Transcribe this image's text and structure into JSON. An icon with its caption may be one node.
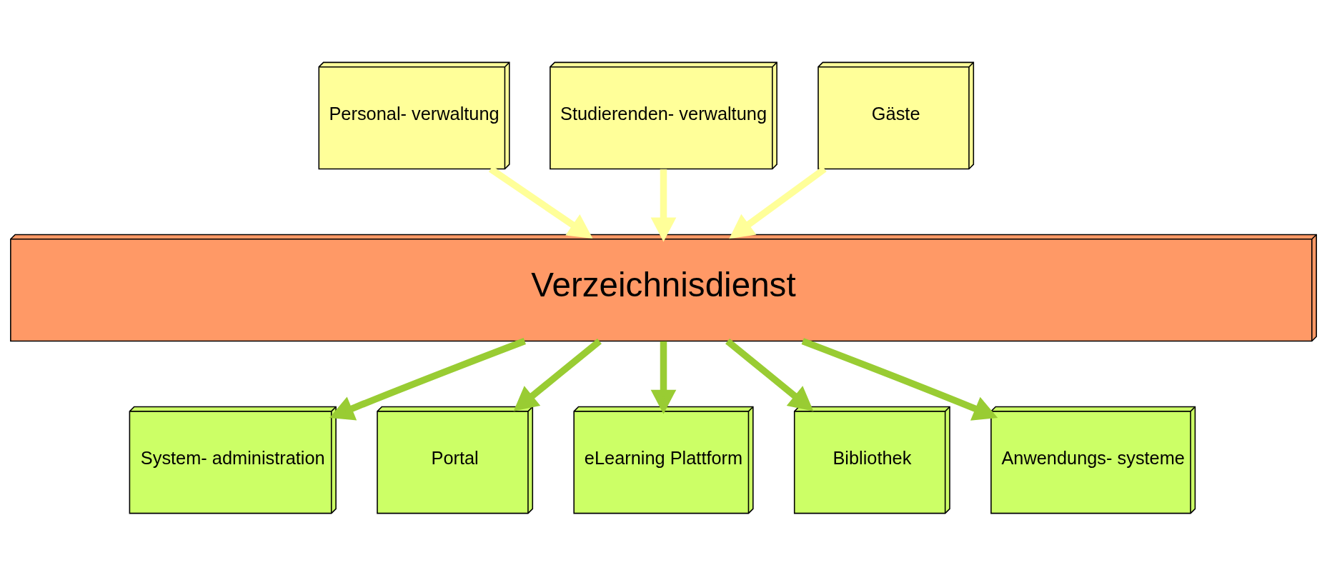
{
  "diagram": {
    "nodes": [
      {
        "text": [
          "Personal- verwaltung"
        ]
      },
      {
        "text": [
          "Studierenden- verwaltung"
        ]
      },
      {
        "text": [
          "Gäste"
        ]
      },
      {
        "text": [
          "Verzeichnisdienst"
        ]
      },
      {
        "text": [
          "System- administration"
        ]
      },
      {
        "text": [
          "Portal"
        ]
      },
      {
        "text": [
          "eLearning Plattform"
        ]
      },
      {
        "text": [
          "Bibliothek"
        ]
      },
      {
        "text": [
          "Anwendungs- systeme"
        ]
      }
    ],
    "edges": [
      {
        "from": 0,
        "to": 3,
        "arrow": "to",
        "color": "#ffff99"
      },
      {
        "from": 1,
        "to": 3,
        "arrow": "to",
        "color": "#ffff99"
      },
      {
        "from": 2,
        "to": 3,
        "arrow": "to",
        "color": "#ffff99"
      },
      {
        "from": 3,
        "to": 4,
        "arrow": "to"
      },
      {
        "from": 3,
        "to": 5,
        "arrow": "to"
      },
      {
        "from": 3,
        "to": 6,
        "arrow": "to"
      },
      {
        "from": 3,
        "to": 7,
        "arrow": "to"
      },
      {
        "from": 3,
        "to": 8,
        "arrow": "to"
      }
    ]
  }
}
